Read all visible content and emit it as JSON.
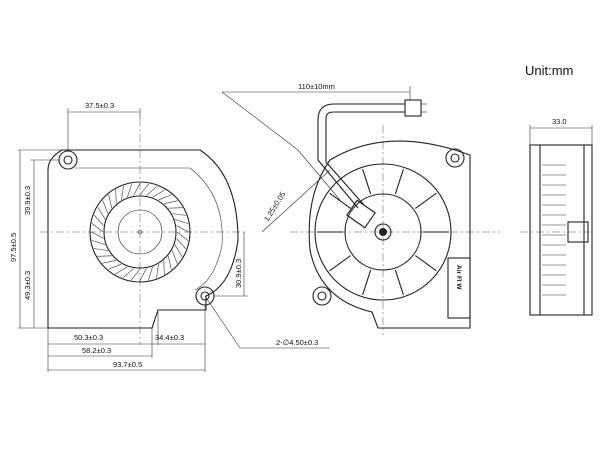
{
  "unit_label": "Unit:mm",
  "front_view": {
    "dims": {
      "top_width": "37.5±0.3",
      "height_upper": "39.9±0.3",
      "height_total": "97.5±0.5",
      "height_lower": "49.3±0.3",
      "hole_offset_v": "30.9±0.3",
      "outlet_width": "50.3±0.3",
      "hole_offset_h": "34.4±0.3",
      "width_mid": "58.2±0.3",
      "width_total": "93.7±0.5"
    },
    "hole_callout": "2-∅4.50±0.3"
  },
  "rear_view": {
    "cable_length": "110±10mm",
    "cable_pitch": "1.25±0.05",
    "airflow_label": "Air Fl W"
  },
  "side_view": {
    "thickness": "33.0"
  }
}
